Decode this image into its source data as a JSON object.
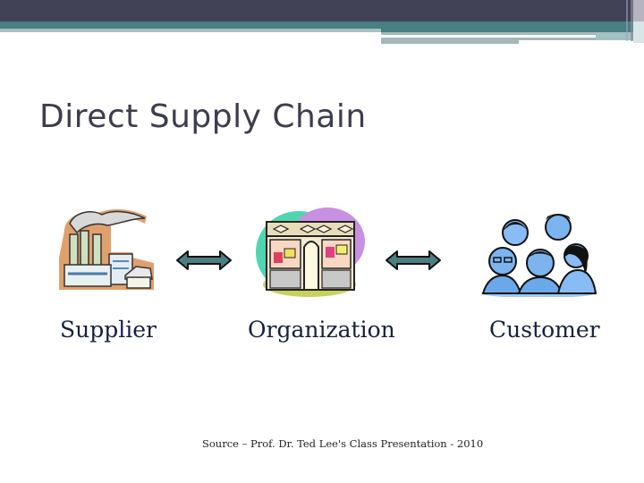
{
  "slide": {
    "title": "Direct Supply Chain",
    "source": "Source – Prof. Dr. Ted Lee's Class Presentation - 2010"
  },
  "nodes": [
    {
      "label": "Supplier",
      "icon": "factory-icon"
    },
    {
      "label": "Organization",
      "icon": "bookstore-icon"
    },
    {
      "label": "Customer",
      "icon": "people-group-icon"
    }
  ],
  "connectors": [
    {
      "icon": "double-arrow-icon",
      "between": [
        "Supplier",
        "Organization"
      ]
    },
    {
      "icon": "double-arrow-icon",
      "between": [
        "Organization",
        "Customer"
      ]
    }
  ],
  "colors": {
    "header_dark": "#424257",
    "header_teal": "#477f82",
    "arrow_fill": "#4a7f82",
    "title_text": "#3d3d4e",
    "label_text": "#16213f"
  }
}
